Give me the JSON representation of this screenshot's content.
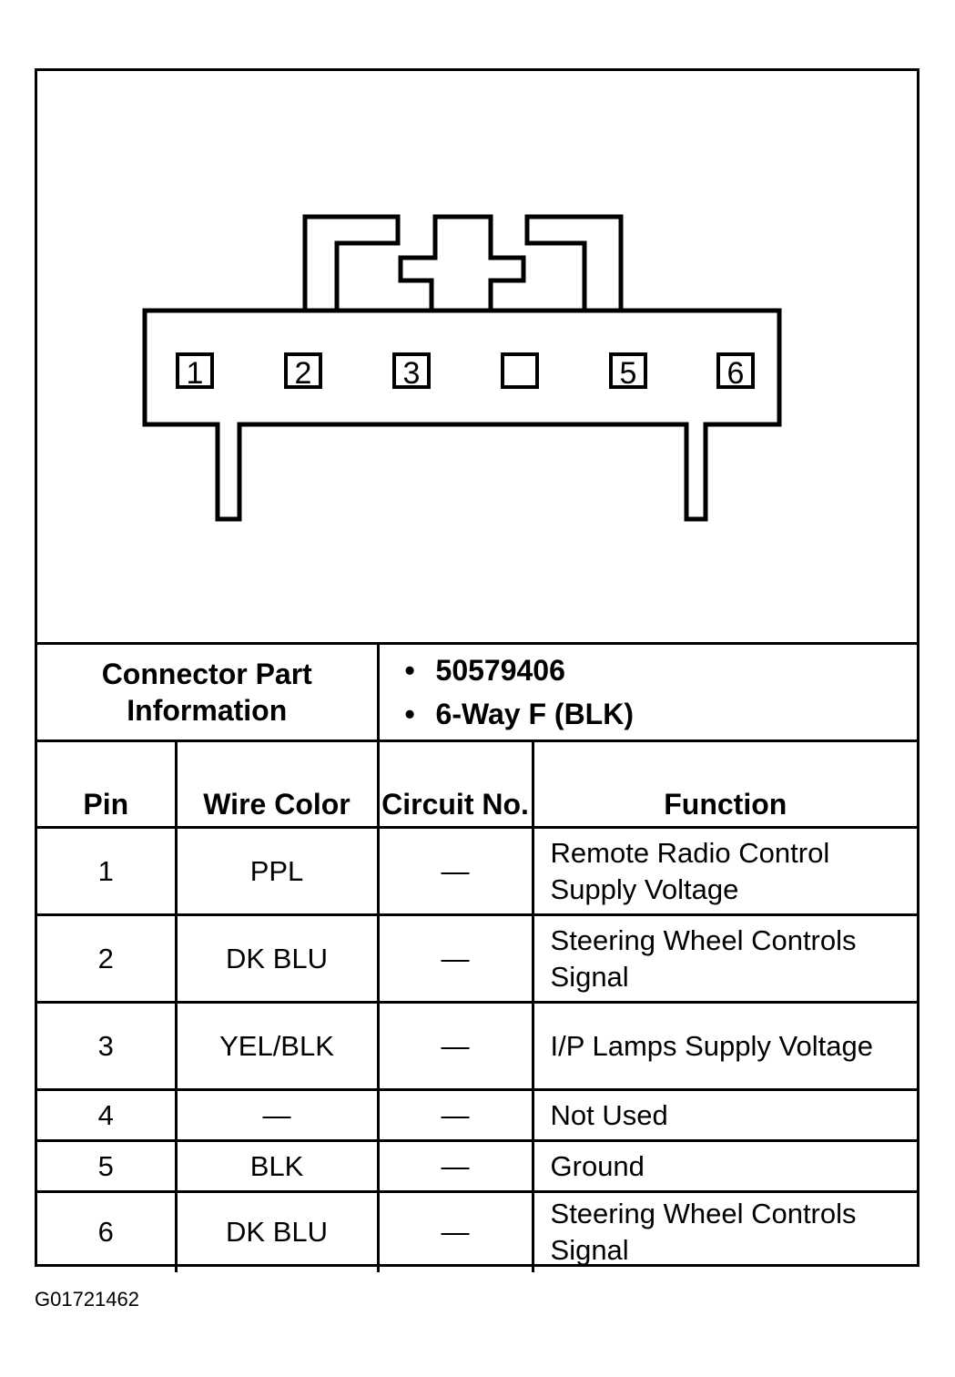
{
  "connector": {
    "pin_labels": [
      "1",
      "2",
      "3",
      "",
      "5",
      "6"
    ]
  },
  "part_info": {
    "label": "Connector Part Information",
    "items": [
      "50579406",
      "6-Way F (BLK)"
    ]
  },
  "table": {
    "headers": {
      "pin": "Pin",
      "wire_color": "Wire Color",
      "circuit_no": "Circuit No.",
      "function": "Function"
    },
    "rows": [
      {
        "pin": "1",
        "wire_color": "PPL",
        "circuit_no": "—",
        "function": "Remote Radio Control Supply Voltage"
      },
      {
        "pin": "2",
        "wire_color": "DK BLU",
        "circuit_no": "—",
        "function": "Steering Wheel Controls Signal"
      },
      {
        "pin": "3",
        "wire_color": "YEL/BLK",
        "circuit_no": "—",
        "function": "I/P Lamps Supply Voltage"
      },
      {
        "pin": "4",
        "wire_color": "—",
        "circuit_no": "—",
        "function": "Not Used"
      },
      {
        "pin": "5",
        "wire_color": "BLK",
        "circuit_no": "—",
        "function": "Ground"
      },
      {
        "pin": "6",
        "wire_color": "DK BLU",
        "circuit_no": "—",
        "function": "Steering Wheel Controls Signal"
      }
    ]
  },
  "figure_id": "G01721462"
}
